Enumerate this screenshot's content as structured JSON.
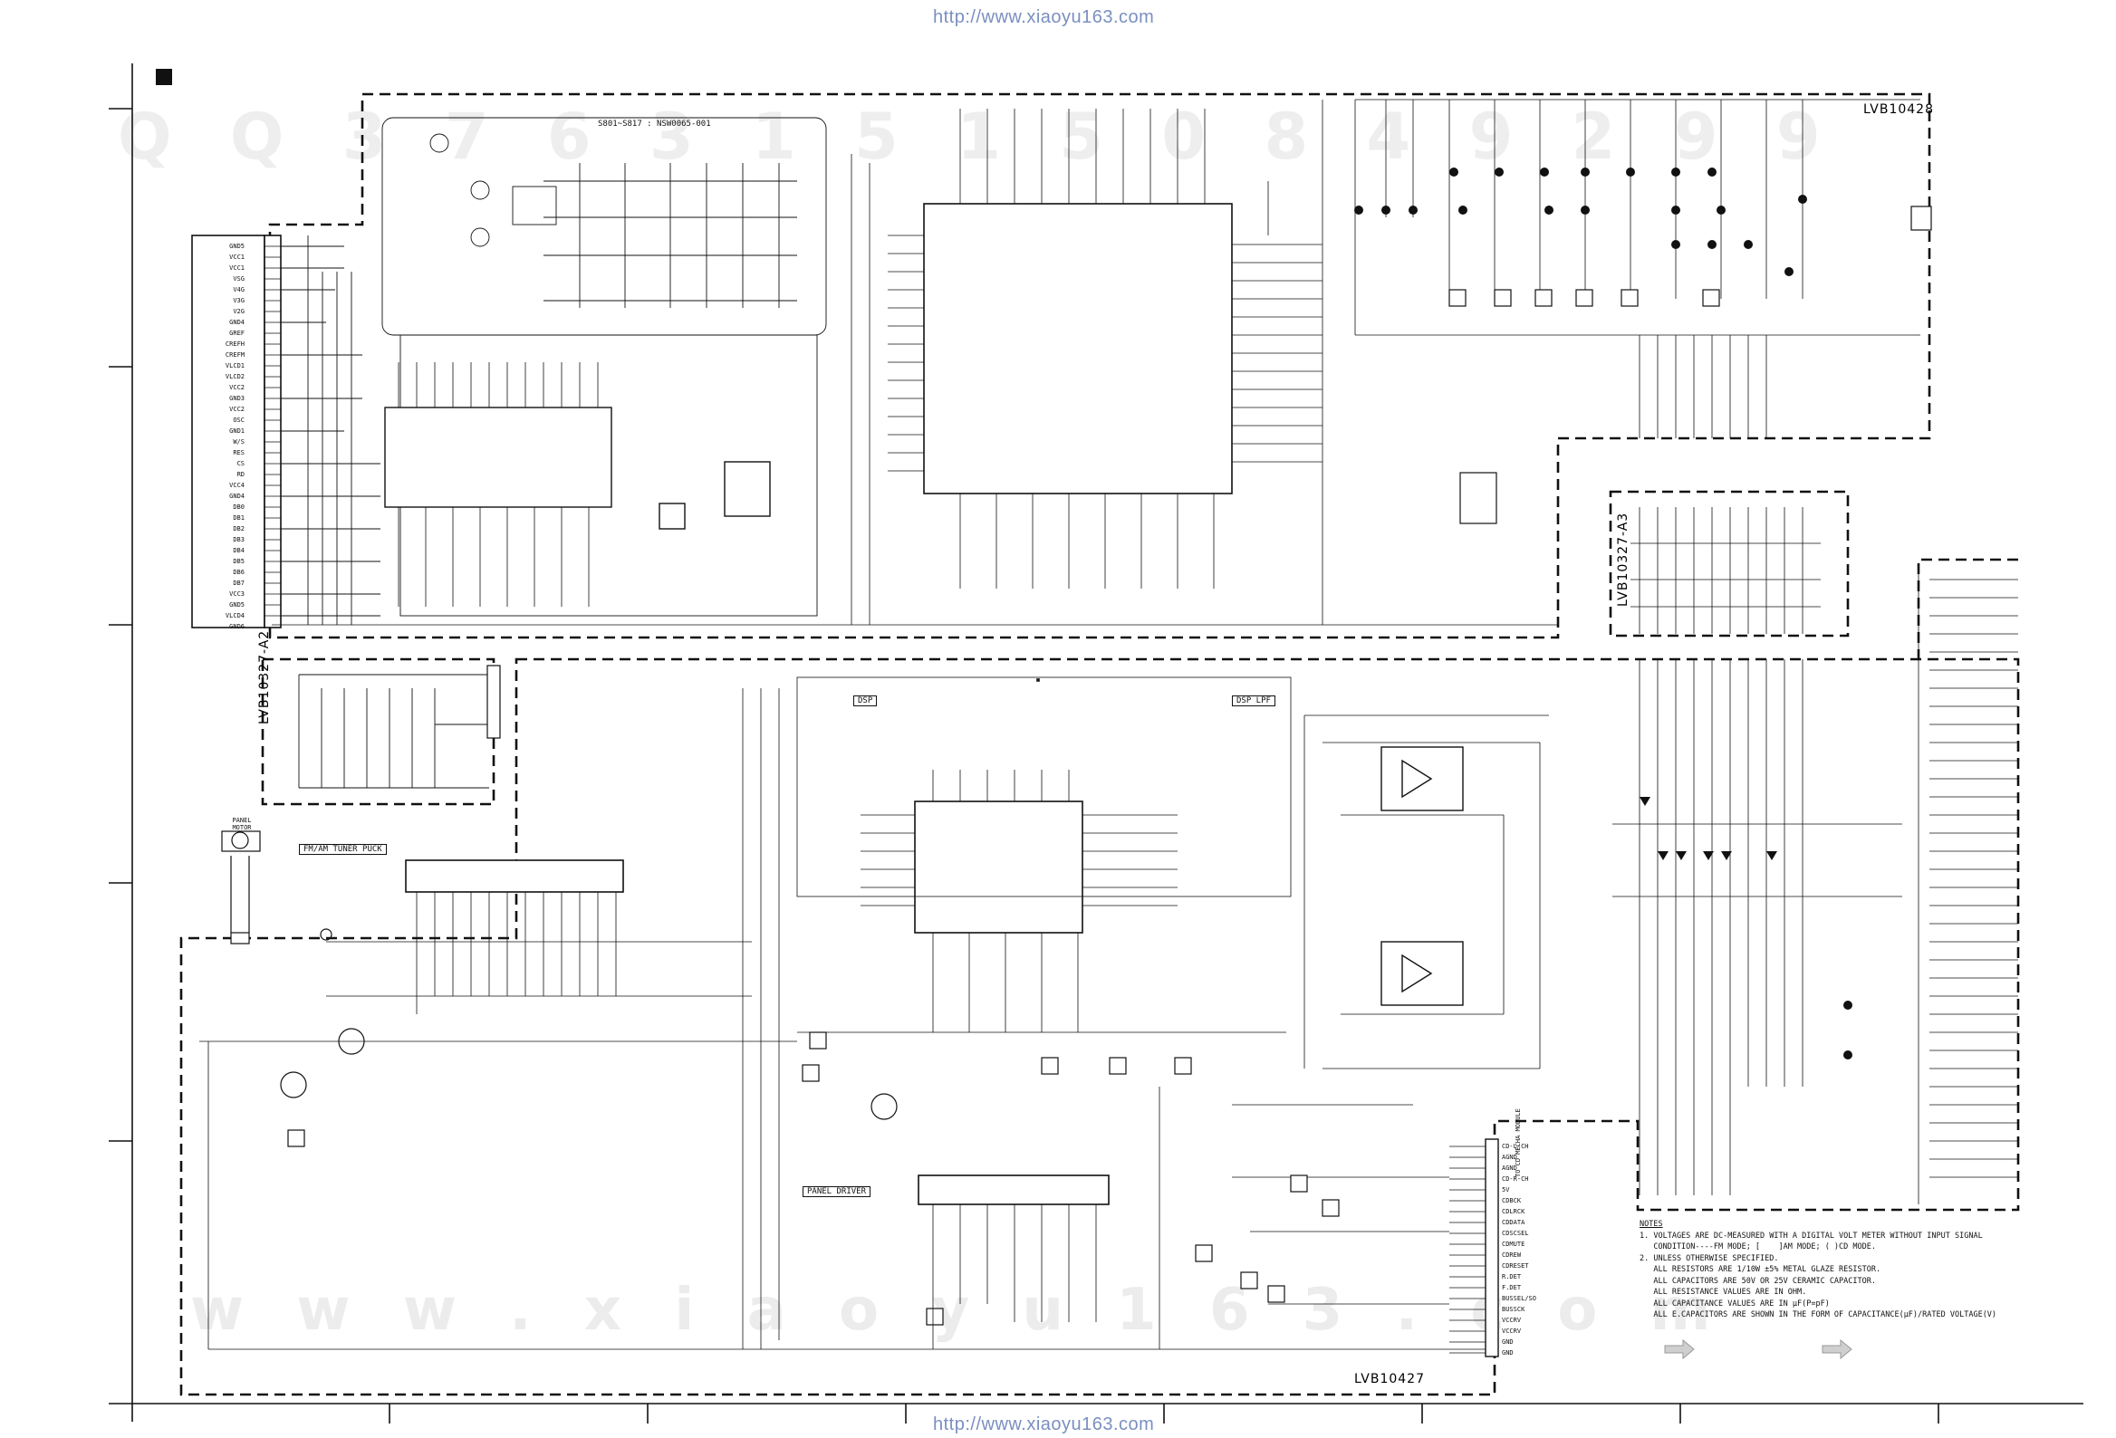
{
  "header_url": "http://www.xiaoyu163.com",
  "footer_url": "http://www.xiaoyu163.com",
  "watermark_bottom": "w w w . x i a o y u 1 6 3 . c o m",
  "watermark_top": "Q Q 3 7 6 3 1 5 1 5 0 8 4 9 2 9 9",
  "boards": {
    "front": "LVB10428",
    "main": "LVB10427",
    "a2": "LVB10327-A2",
    "a3": "LVB10327-A3"
  },
  "blocks": {
    "switches": "S801~S817 : NSW0065-001",
    "dsp": "DSP",
    "dsp_lpf": "DSP LPF",
    "tuner": "FM/AM TUNER PUCK",
    "panel_driver": "PANEL DRIVER",
    "panel_motor": "PANEL MOTOR",
    "cd_module": "TO CD MECHA MODULE"
  },
  "connector_left_pins": [
    "GND5",
    "VCC1",
    "VCC1",
    "VSG",
    "V4G",
    "V3G",
    "V2G",
    "GND4",
    "GREF",
    "CREFH",
    "CREFM",
    "VLCD1",
    "VLCD2",
    "VCC2",
    "GND3",
    "VCC2",
    "OSC",
    "GND1",
    "W/S",
    "RES",
    "CS",
    "RD",
    "VCC4",
    "GND4",
    "DB0",
    "DB1",
    "DB2",
    "DB3",
    "DB4",
    "DB5",
    "DB6",
    "DB7",
    "VCC3",
    "GND5",
    "VLCD4",
    "GND6"
  ],
  "cd_pins": [
    "CD-L-CH",
    "AGND",
    "AGND",
    "CD-R-CH",
    "5V",
    "CDBCK",
    "CDLRCK",
    "CDDATA",
    "CDSCSEL",
    "CDMUTE",
    "CDREW",
    "CDRESET",
    "R.DET",
    "F.DET",
    "BUSSEL/SO",
    "BUSSCK",
    "VCCRV",
    "VCCRV",
    "GND",
    "GND"
  ],
  "notes": {
    "title": "NOTES",
    "lines": [
      "1. VOLTAGES ARE DC-MEASURED WITH A DIGITAL VOLT METER WITHOUT INPUT SIGNAL",
      "   CONDITION----FM MODE; [    ]AM MODE; ( )CD MODE.",
      "2. UNLESS OTHERWISE SPECIFIED.",
      "   ALL RESISTORS ARE 1/10W ±5% METAL GLAZE RESISTOR.",
      "   ALL CAPACITORS ARE 50V OR 25V CERAMIC CAPACITOR.",
      "   ALL RESISTANCE VALUES ARE IN OHM.",
      "   ALL CAPACITANCE VALUES ARE IN μF(P=pF)",
      "   ALL E.CAPACITORS ARE SHOWN IN THE FORM OF CAPACITANCE(μF)/RATED VOLTAGE(V)"
    ]
  },
  "colors": {
    "line": "#111111",
    "url": "#7a8fc0",
    "watermark": "#e6e6e6"
  }
}
